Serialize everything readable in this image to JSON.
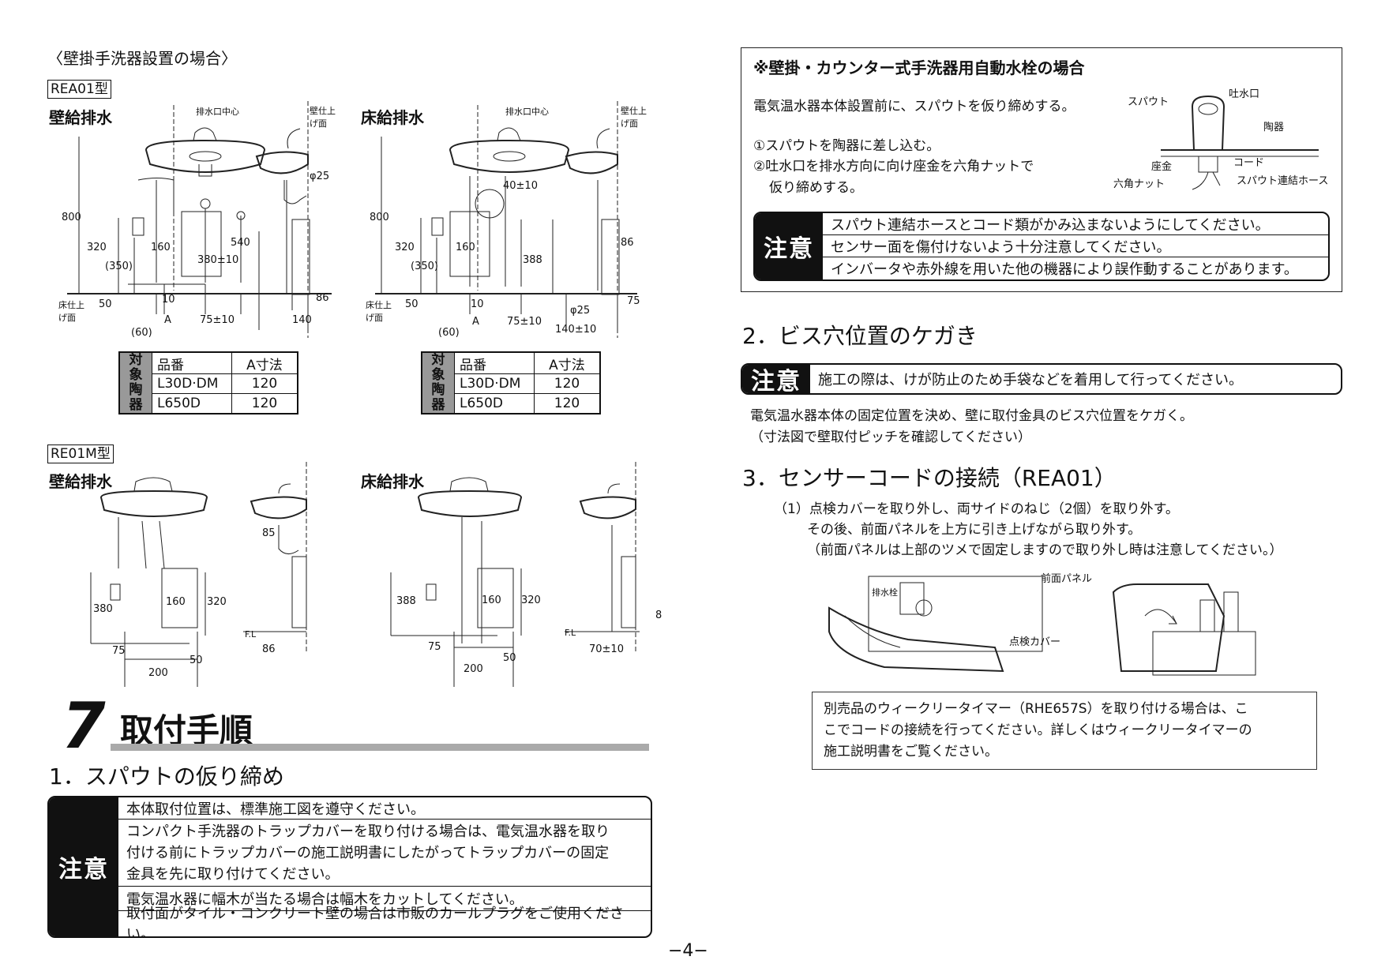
{
  "left": {
    "section_title": "〈壁掛手洗器設置の場合〉",
    "rea01": {
      "model": "REA01型",
      "wall_label": "壁給排水",
      "floor_label": "床給排水",
      "drain_center": "排水口中心",
      "wall_finish_1": "壁仕上",
      "wall_finish_2": "げ面",
      "floor_finish_1": "床仕上",
      "floor_finish_2": "げ面",
      "dims_wall": {
        "d800": "800",
        "d320": "320",
        "d350": "(350)",
        "d160": "160",
        "d540": "540",
        "d380": "380±10",
        "d50": "50",
        "d10": "10",
        "dA": "A",
        "d75": "75±10",
        "d60": "(60)",
        "phi25": "φ25",
        "d86": "86",
        "d140": "140"
      },
      "dims_floor": {
        "d800": "800",
        "d320": "320",
        "d350": "(350)",
        "d160": "160",
        "d40": "40±10",
        "d388": "388",
        "d50": "50",
        "d10": "10",
        "dA": "A",
        "d75": "75±10",
        "d60": "(60)",
        "d86": "86",
        "phi25": "φ25",
        "d75b": "75",
        "d140": "140±10"
      },
      "table": {
        "side": [
          "対",
          "象",
          "陶",
          "器"
        ],
        "headers": [
          "品番",
          "A寸法"
        ],
        "rows": [
          [
            "L30D·DM",
            "120"
          ],
          [
            "L650D",
            "120"
          ]
        ]
      }
    },
    "re01m": {
      "model": "RE01M型",
      "wall_label": "壁給排水",
      "floor_label": "床給排水",
      "dims_wall": {
        "d380": "380",
        "d160": "160",
        "d320": "320",
        "d75": "75",
        "d50": "50",
        "d200": "200",
        "d85": "85",
        "fl": "F.L",
        "d86": "86"
      },
      "dims_floor": {
        "d388": "388",
        "d160": "160",
        "d320": "320",
        "d75": "75",
        "d50": "50",
        "d200": "200",
        "fl": "F.L",
        "d8": "8",
        "d70": "70±10"
      }
    },
    "chapter": {
      "number": "7",
      "title": "取付手順"
    },
    "step1": {
      "title": "1．スパウトの仮り締め",
      "caution_label": "注意",
      "rows": [
        "本体取付位置は、標準施工図を遵守ください。",
        "コンパクト手洗器のトラップカバーを取り付ける場合は、電気温水器を取り",
        "付ける前にトラップカバーの施工説明書にしたがってトラップカバーの固定",
        "金具を先に取り付けてください。",
        "電気温水器に幅木が当たる場合は幅木をカットしてください。",
        "取付面がタイル・コンクリート壁の場合は市販のカールプラグをご使用ください。"
      ]
    },
    "page_number": "−4−"
  },
  "right": {
    "box": {
      "title": "※壁掛・カウンター式手洗器用自動水栓の場合",
      "intro": "電気温水器本体設置前に、スパウトを仮り締めする。",
      "step_a": "①スパウトを陶器に差し込む。",
      "step_b_1": "②吐水口を排水方向に向け座金を六角ナットで",
      "step_b_2": "仮り締めする。",
      "labels": {
        "spout": "スパウト",
        "outlet": "吐水口",
        "ceramic": "陶器",
        "washer": "座金",
        "cord": "コード",
        "hex_nut": "六角ナット",
        "hose": "スパウト連結ホース"
      },
      "caution_label": "注意",
      "caution_rows": [
        "スパウト連結ホースとコード類がかみ込まないようにしてください。",
        "センサー面を傷付けないよう十分注意してください。",
        "インバータや赤外線を用いた他の機器により誤作動することがあります。"
      ]
    },
    "step2": {
      "title": "2．ビス穴位置のケガき",
      "caution_label": "注意",
      "caution_text": "施工の際は、けが防止のため手袋などを着用して行ってください。",
      "text_1": "電気温水器本体の固定位置を決め、壁に取付金具のビス穴位置をケガく。",
      "text_2": "（寸法図で壁取付ピッチを確認してください）"
    },
    "step3": {
      "title": "3．センサーコードの接続（REA01）",
      "line_1": "（1）点検カバーを取り外し、両サイドのねじ（2個）を取り外す。",
      "line_2": "その後、前面パネルを上方に引き上げながら取り外す。",
      "line_3": "（前面パネルは上部のツメで固定しますので取り外し時は注意してください。）",
      "label_front_panel": "前面パネル",
      "label_cover": "点検カバー",
      "label_drain": "排水栓",
      "note_1": "別売品のウィークリータイマー（RHE657S）を取り付ける場合は、こ",
      "note_2": "こでコードの接続を行ってください。詳しくはウィークリータイマーの",
      "note_3": "施工説明書をご覧ください。"
    }
  }
}
